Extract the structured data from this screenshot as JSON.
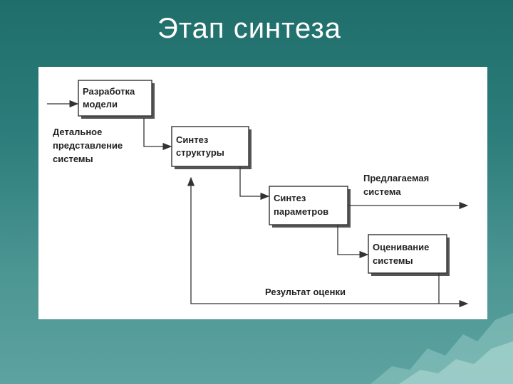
{
  "slide": {
    "title": "Этап синтеза"
  },
  "diagram": {
    "boxes": {
      "model_dev": [
        "Разработка",
        "модели"
      ],
      "structure_synth": [
        "Синтез",
        "структуры"
      ],
      "param_synth": [
        "Синтез",
        "параметров"
      ],
      "evaluation": [
        "Оценивание",
        "системы"
      ]
    },
    "labels": {
      "detailed_repr": [
        "Детальное",
        "представление",
        "системы"
      ],
      "proposed_system": [
        "Предлагаемая",
        "система"
      ],
      "evaluation_result": "Результат оценки"
    }
  },
  "colors": {
    "background": "#2c7d7b",
    "panel": "#ffffff",
    "ink": "#333333"
  }
}
